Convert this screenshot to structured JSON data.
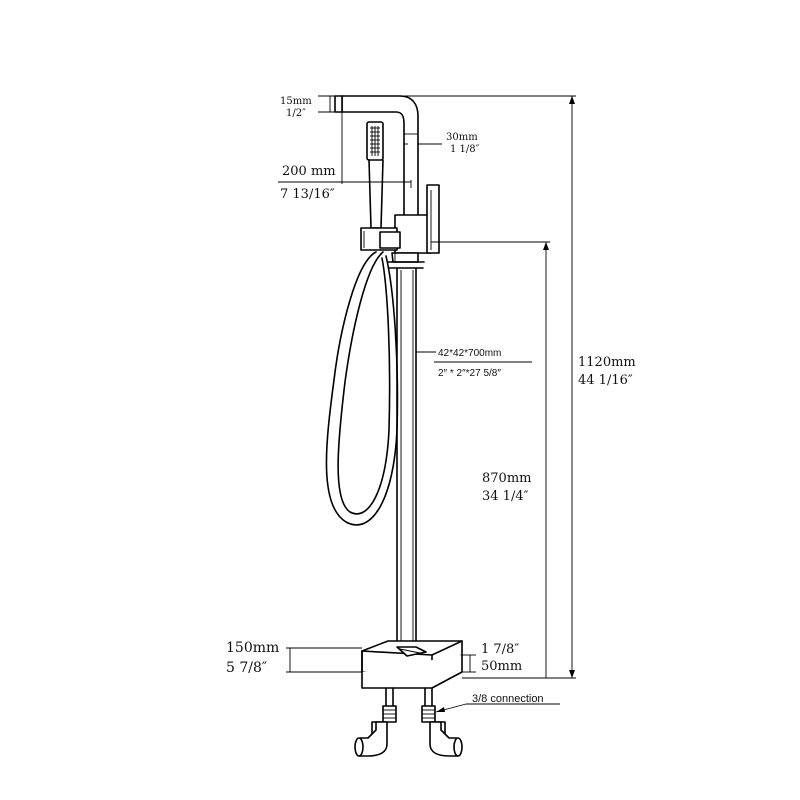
{
  "dimensions": {
    "spout_outlet": {
      "metric": "15mm",
      "imperial": "1/2″"
    },
    "spout_tube": {
      "metric": "30mm",
      "imperial": "1 1/8″"
    },
    "spout_reach": {
      "metric": "200 mm",
      "imperial": "7 13/16″"
    },
    "column": {
      "metric": "42*42*700mm",
      "imperial": "2″ * 2″*27 5/8″"
    },
    "total_height": {
      "metric": "1120mm",
      "imperial": "44 1/16″"
    },
    "handle_height": {
      "metric": "870mm",
      "imperial": "34 1/4″"
    },
    "base_width": {
      "metric": "150mm",
      "imperial": "5 7/8″"
    },
    "base_height": {
      "imperial": "1 7/8″",
      "metric": "50mm"
    },
    "connection": {
      "label": "3/8 connection"
    }
  }
}
